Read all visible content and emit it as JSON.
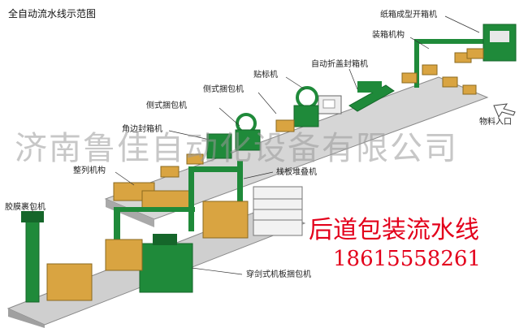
{
  "title": "全自动流水线示范图",
  "labels": {
    "carton_erector": "纸箱成型开箱机",
    "case_packer": "装箱机构",
    "auto_sealer": "自动折盖封箱机",
    "labeler": "贴标机",
    "side_strapper_1": "侧式捆包机",
    "side_strapper_2": "侧式捆包机",
    "corner_sealer": "角边封箱机",
    "aligner": "整列机构",
    "palletizer": "栈板堆叠机",
    "film_wrapper": "胶膜裹包机",
    "pallet_strapper": "穿剑式机板捆包机",
    "material_inlet": "物料入口"
  },
  "watermark": "济南鲁佳自动化设备有限公司",
  "headline": "后道包装流水线",
  "phone": "18615558261",
  "colors": {
    "machine_green": "#1f8a3a",
    "machine_dark": "#15662a",
    "conveyor_gray": "#bdbdbd",
    "box_tan": "#d9a441",
    "accent_red": "#e3001b"
  }
}
